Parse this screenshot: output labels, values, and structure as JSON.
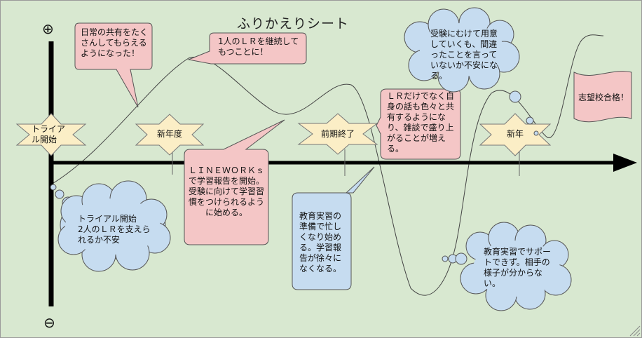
{
  "title": "ふりかえりシート",
  "axis": {
    "plus": "⊕",
    "minus": "⊖"
  },
  "milestones": [
    {
      "label": "トライアル開始"
    },
    {
      "label": "新年度"
    },
    {
      "label": "前期終了"
    },
    {
      "label": "新年"
    }
  ],
  "callouts": {
    "share": "日常の共有をたくさんしてもらえるようになった！",
    "continue_lr": "1人のＬＲを継続してもつことに！",
    "lineworks": "ＬＩＮＥＷＯＲＫｓで学習報告を開始。受験に向けて学習習慣をつけられるように始める。",
    "lr_only": "ＬＲだけでなく自身の話も色々と共有するようになり、雑談で盛り上がることが増える。",
    "practicum": "教育実習の準備で忙しくなり始める。学習報告が徐々になくなる。"
  },
  "thoughts": {
    "trial": "トライアル開始\n2人のＬＲを支えられるか不安",
    "exam_worry": "受験にむけて用意していくも、間違ったことを言っていないか不安になる。",
    "no_support": "教育実習でサポートできず。相手の様子が分からない。"
  },
  "flag": "志望校合格！",
  "colors": {
    "background": "#d8e8d0",
    "pink_callout": "#f4c6c6",
    "blue_callout": "#c6dcf0",
    "star": "#fbeec6",
    "line": "#333333"
  }
}
